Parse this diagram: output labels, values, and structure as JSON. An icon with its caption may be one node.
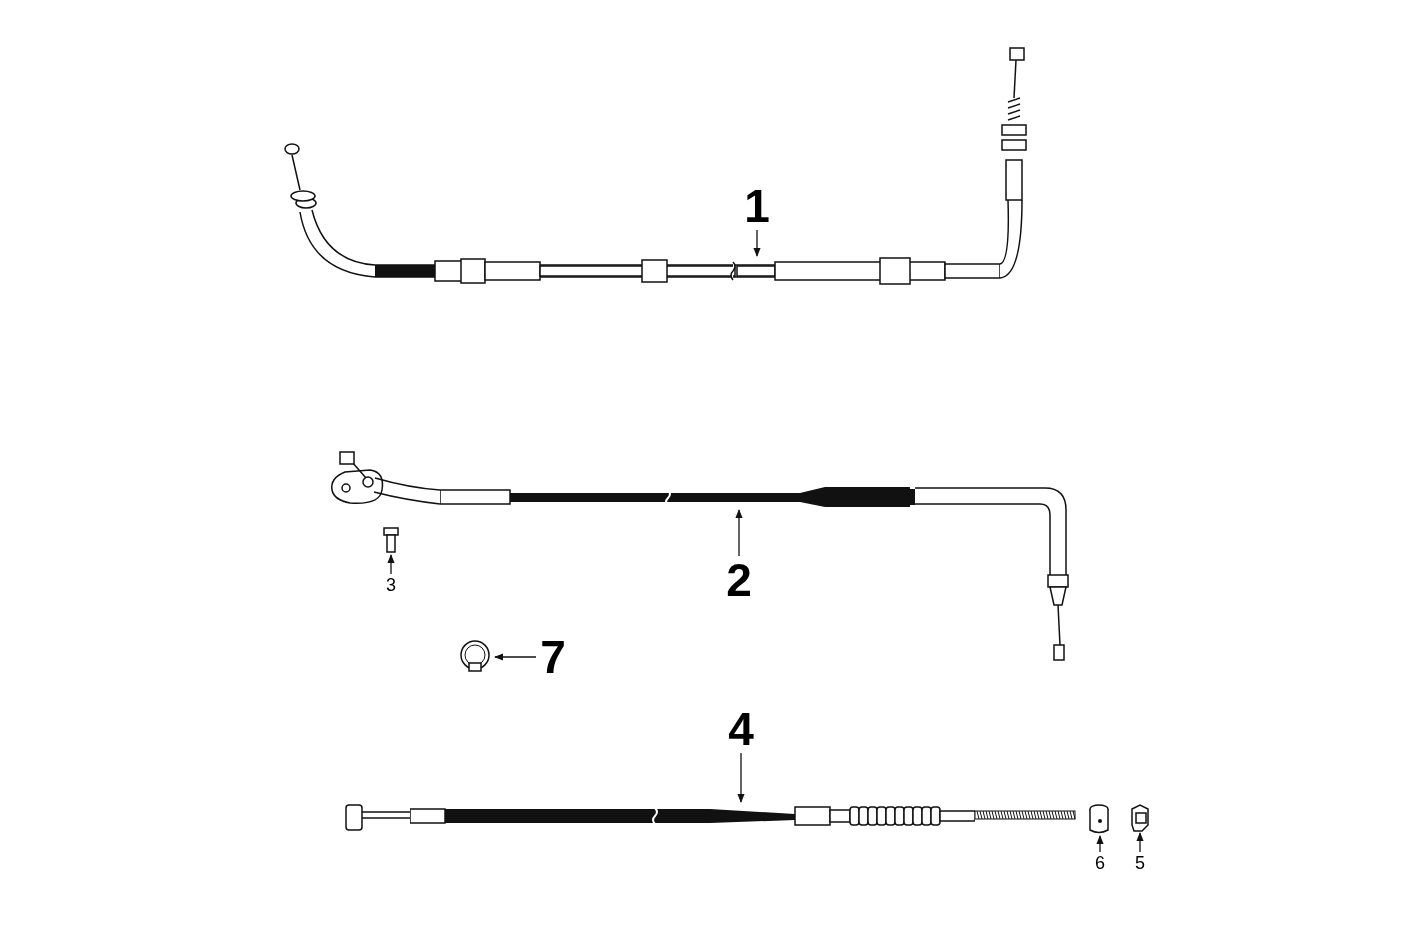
{
  "diagram": {
    "nodes": [
      {
        "text": [
          "1"
        ]
      },
      {
        "text": [],
        "shape": "picture"
      },
      {
        "text": [
          "2"
        ]
      },
      {
        "text": [],
        "shape": "picture"
      },
      {
        "text": [
          "3"
        ]
      },
      {
        "text": [],
        "shape": "picture"
      },
      {
        "text": [
          "7"
        ]
      },
      {
        "text": [],
        "shape": "picture"
      },
      {
        "text": [
          "4"
        ]
      },
      {
        "text": [],
        "shape": "picture"
      },
      {
        "text": [
          "6"
        ]
      },
      {
        "text": [],
        "shape": "picture"
      },
      {
        "text": [
          "5"
        ]
      },
      {
        "text": [],
        "shape": "picture"
      }
    ],
    "edges": [
      {
        "from": 0,
        "to": 1,
        "arrow": "to"
      },
      {
        "from": 2,
        "to": 3,
        "arrow": "to"
      },
      {
        "from": 4,
        "to": 5,
        "arrow": "to"
      },
      {
        "from": 6,
        "to": 7,
        "arrow": "to"
      },
      {
        "from": 8,
        "to": 9,
        "arrow": "to"
      },
      {
        "from": 10,
        "to": 11,
        "arrow": "to"
      },
      {
        "from": 12,
        "to": 13,
        "arrow": "to"
      }
    ]
  }
}
